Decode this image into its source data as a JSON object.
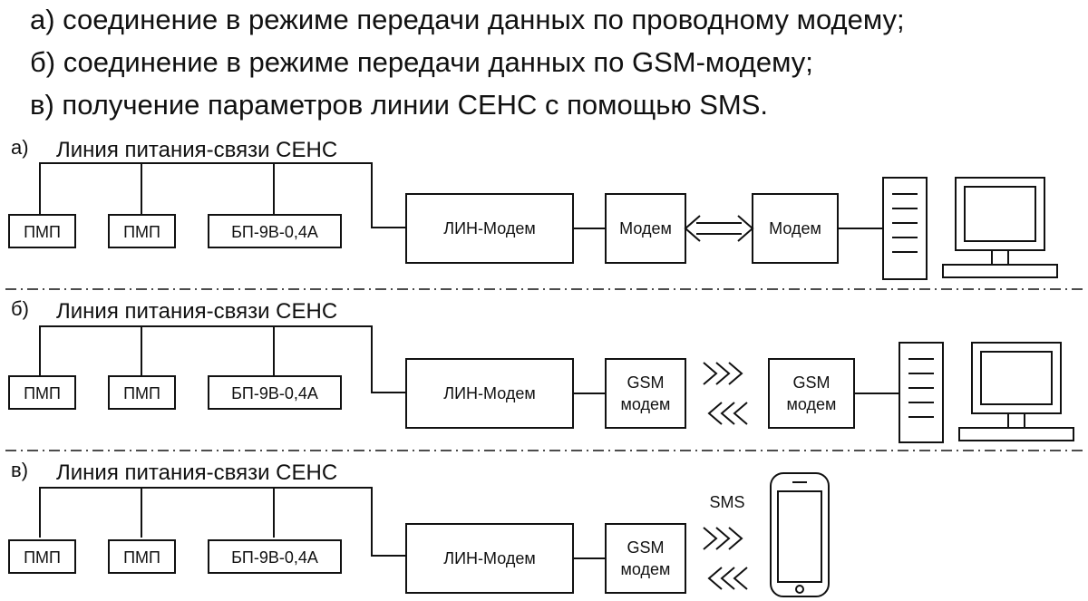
{
  "captions": [
    "а) соединение в режиме передачи данных по проводному модему;",
    "б) соединение в режиме передачи данных по GSM-модему;",
    "в) получение параметров линии СЕНС с помощью SMS."
  ],
  "line_title": "Линия питания-связи СЕНС",
  "panels": [
    {
      "letter": "а)",
      "pmp1": "ПМП",
      "pmp2": "ПМП",
      "psu": "БП-9В-0,4А",
      "lin_modem": "ЛИН-Модем",
      "modem_a": "Модем",
      "modem_b": "Модем"
    },
    {
      "letter": "б)",
      "pmp1": "ПМП",
      "pmp2": "ПМП",
      "psu": "БП-9В-0,4А",
      "lin_modem": "ЛИН-Модем",
      "gsm_a_line1": "GSM",
      "gsm_a_line2": "модем",
      "gsm_b_line1": "GSM",
      "gsm_b_line2": "модем"
    },
    {
      "letter": "в)",
      "pmp1": "ПМП",
      "pmp2": "ПМП",
      "psu": "БП-9В-0,4А",
      "lin_modem": "ЛИН-Модем",
      "gsm_line1": "GSM",
      "gsm_line2": "модем",
      "sms": "SMS"
    }
  ]
}
